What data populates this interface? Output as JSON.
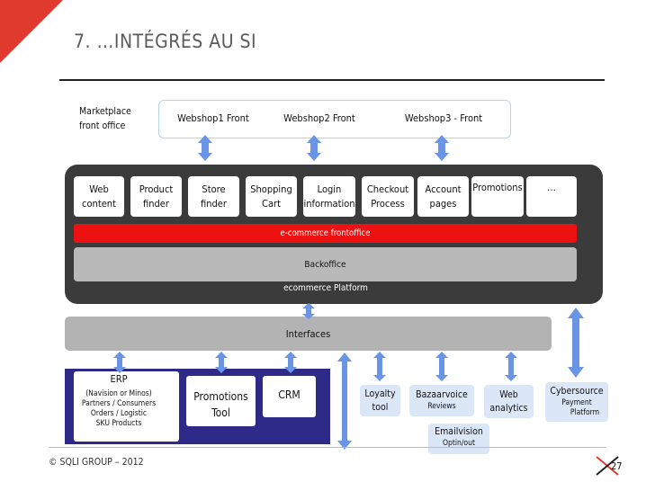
{
  "title": "7. …INTÉGRÉS AU SI",
  "marketplace_label": [
    "Marketplace",
    "front office"
  ],
  "fronts": [
    "Webshop1 Front",
    "Webshop2 Front",
    "Webshop3 - Front"
  ],
  "modules": [
    [
      "Web",
      "content"
    ],
    [
      "Product",
      "finder"
    ],
    [
      "Store",
      "finder"
    ],
    [
      "Shopping",
      "Cart"
    ],
    [
      "Login",
      "information"
    ],
    [
      "Checkout",
      "Process"
    ],
    [
      "Account",
      "pages"
    ],
    [
      "Promotions",
      ""
    ],
    [
      "…",
      ""
    ]
  ],
  "frontoffice_label": "e-commerce frontoffice",
  "backoffice_label": "Backoffice",
  "platform_label": "ecommerce Platform",
  "interfaces_label": "Interfaces",
  "erp": {
    "title": "ERP",
    "lines": [
      "(Navision or Minos)",
      "Partners / Consumers",
      "Orders / Logistic",
      "SKU Products"
    ]
  },
  "promotions_tool": [
    "Promotions",
    "Tool"
  ],
  "crm": "CRM",
  "loyalty": [
    "Loyalty",
    "tool"
  ],
  "bazaarvoice": [
    "Bazaarvoice",
    "Reviews"
  ],
  "web_analytics": [
    "Web",
    "analytics"
  ],
  "cybersource": [
    "Cybersource",
    "Payment",
    "Platform"
  ],
  "emailvision": [
    "Emailvision",
    "Optin/out"
  ],
  "footer": "© SQLI GROUP – 2012",
  "page_number": "27",
  "colors": {
    "accent_red": "#e03a2e",
    "frontoffice_red": "#ee1111",
    "arrow_blue": "#6a95e6",
    "navy": "#2e2a87"
  }
}
